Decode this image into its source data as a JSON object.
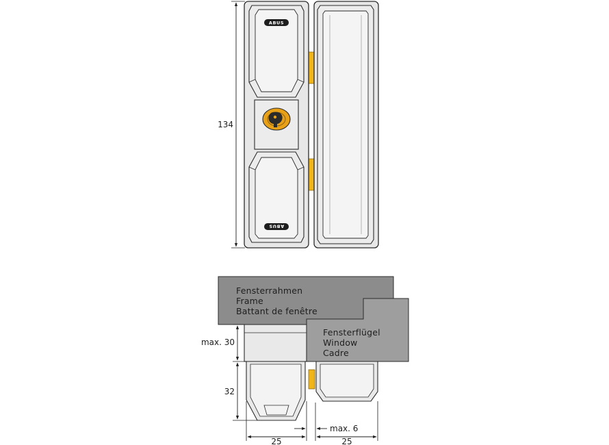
{
  "brand": {
    "logo_text": "ABUS"
  },
  "colors": {
    "body_fill": "#e7e7e7",
    "outline": "#2b2b2b",
    "hinge": "#f0b51a",
    "keyhole": "#e8a017",
    "frame_box": "#8c8c8c",
    "sash_box": "#9e9e9e"
  },
  "dimensions": {
    "height": "134",
    "depth_max": "max. 30",
    "lock_height": "32",
    "gap_max": "max. 6",
    "width_left": "25",
    "width_right": "25"
  },
  "labels": {
    "frame": [
      "Fensterrahmen",
      "Frame",
      "Battant de fenêtre"
    ],
    "sash": [
      "Fensterflügel",
      "Window",
      "Cadre"
    ]
  }
}
